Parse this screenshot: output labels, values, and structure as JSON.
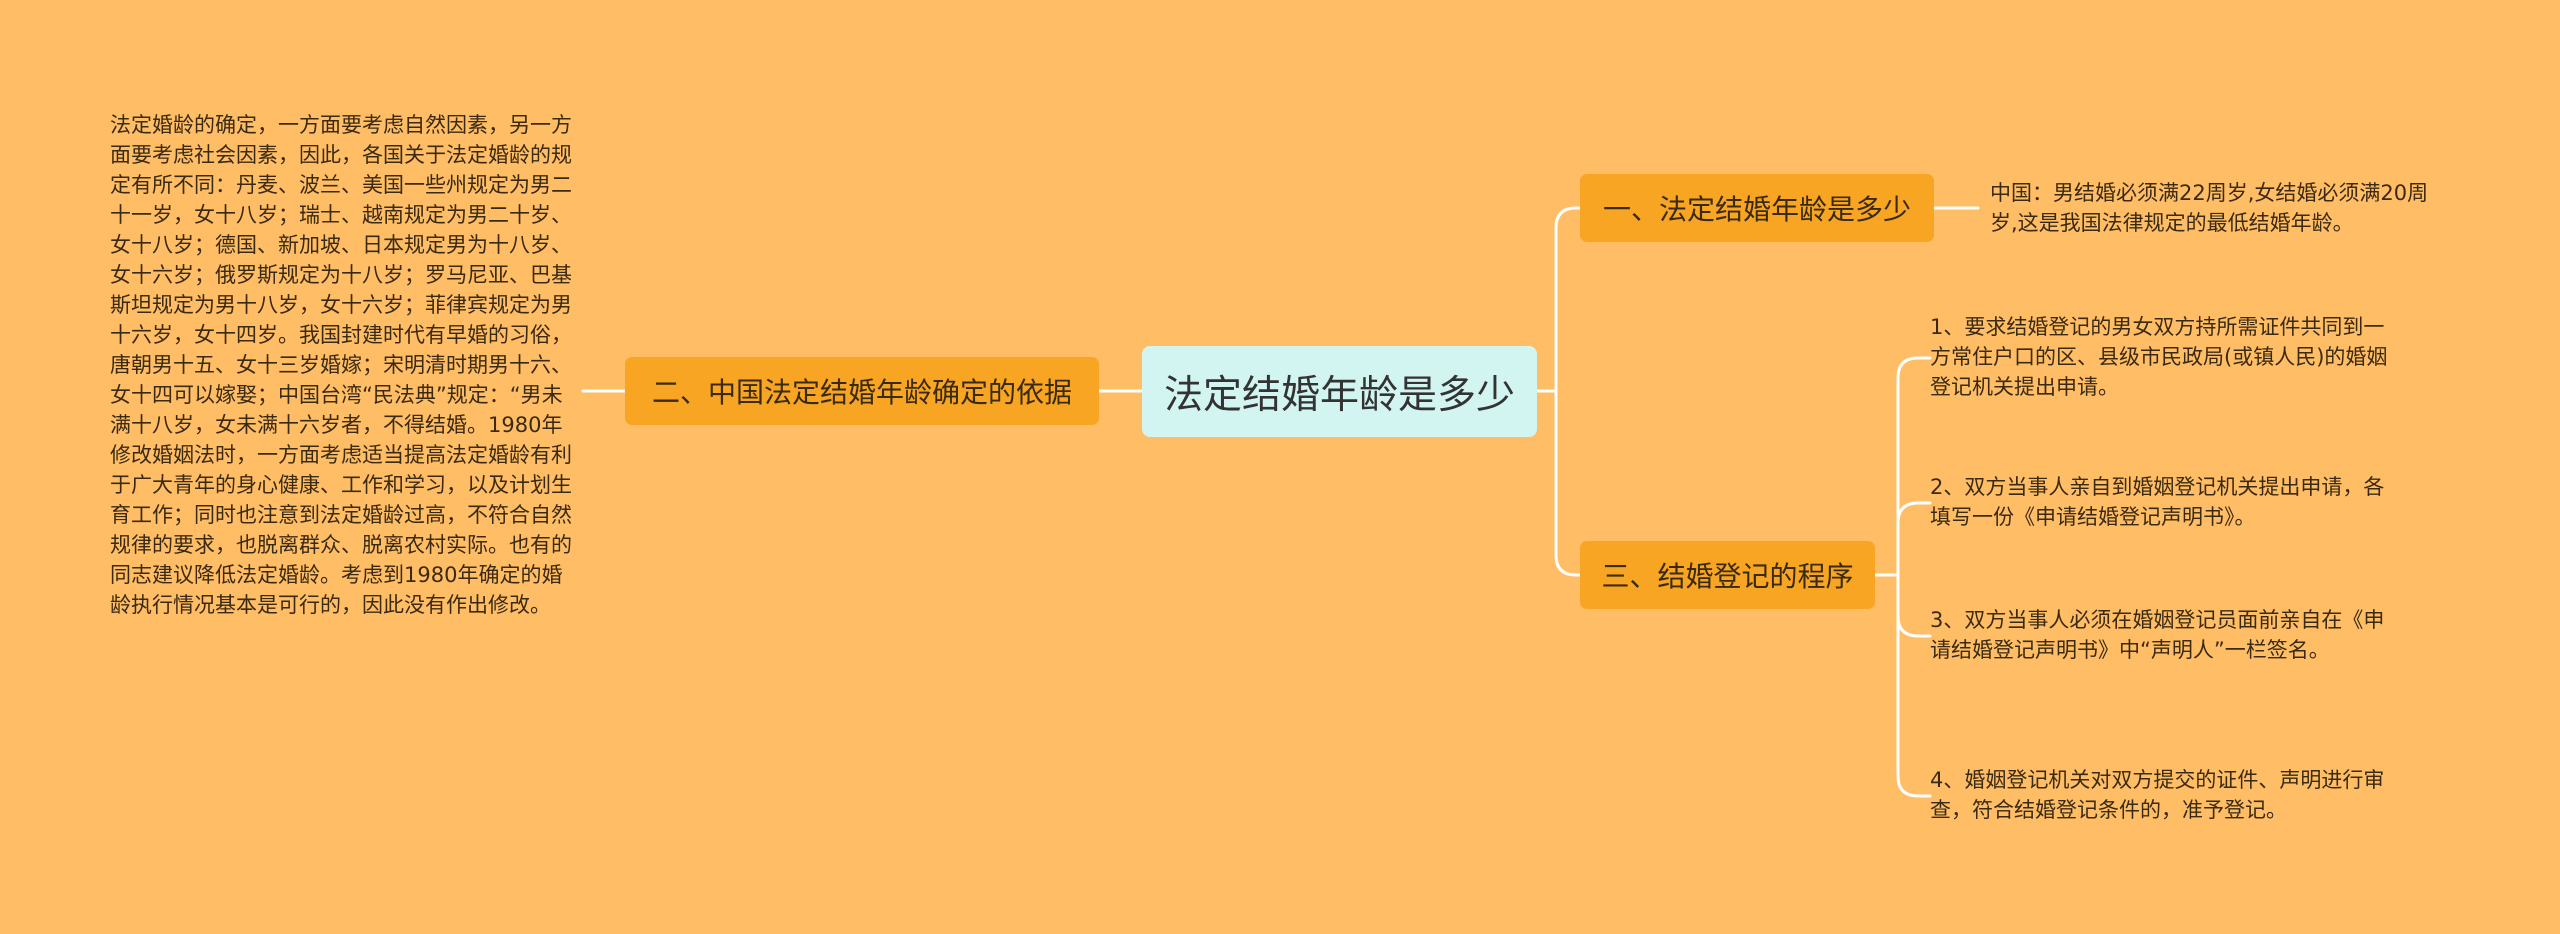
{
  "root": {
    "label": "法定结婚年龄是多少"
  },
  "branches": [
    {
      "label": "一、法定结婚年龄是多少",
      "leaves": [
        "中国：男结婚必须满22周岁,女结婚必须满20周岁,这是我国法律规定的最低结婚年龄。"
      ]
    },
    {
      "label": "二、中国法定结婚年龄确定的依据",
      "leaves": [
        "法定婚龄的确定，一方面要考虑自然因素，另一方面要考虑社会因素，因此，各国关于法定婚龄的规定有所不同：丹麦、波兰、美国一些州规定为男二十一岁，女十八岁；瑞士、越南规定为男二十岁、女十八岁；德国、新加坡、日本规定男为十八岁、女十六岁；俄罗斯规定为十八岁；罗马尼亚、巴基斯坦规定为男十八岁，女十六岁；菲律宾规定为男十六岁，女十四岁。我国封建时代有早婚的习俗，唐朝男十五、女十三岁婚嫁；宋明清时期男十六、女十四可以嫁娶；中国台湾“民法典”规定：“男未满十八岁，女未满十六岁者，不得结婚。1980年修改婚姻法时，一方面考虑适当提高法定婚龄有利于广大青年的身心健康、工作和学习，以及计划生育工作；同时也注意到法定婚龄过高，不符合自然规律的要求，也脱离群众、脱离农村实际。也有的同志建议降低法定婚龄。考虑到1980年确定的婚龄执行情况基本是可行的，因此没有作出修改。"
      ]
    },
    {
      "label": "三、结婚登记的程序",
      "leaves": [
        "1、要求结婚登记的男女双方持所需证件共同到一方常住户口的区、县级市民政局(或镇人民)的婚姻登记机关提出申请。",
        "2、双方当事人亲自到婚姻登记机关提出申请，各填写一份《申请结婚登记声明书》。",
        "3、双方当事人必须在婚姻登记员面前亲自在《申请结婚登记声明书》中“声明人”一栏签名。",
        "4、婚姻登记机关对双方提交的证件、声明进行审查，符合结婚登记条件的，准予登记。"
      ]
    }
  ],
  "colors": {
    "background": "#FFBD66",
    "root_fill": "#D2F5F2",
    "branch_fill": "#F7A523",
    "connector": "#FFFFFF"
  }
}
